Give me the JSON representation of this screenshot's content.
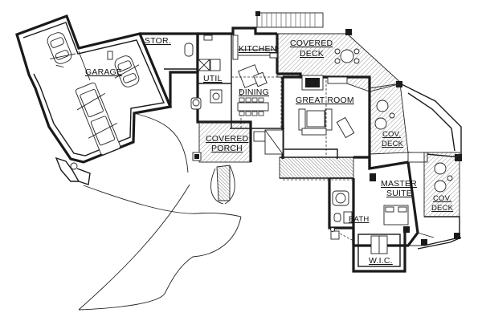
{
  "rooms": {
    "garage": "GARAGE",
    "storage": "STOR.",
    "kitchen": "KITCHEN",
    "covered_deck_line1": "COVERED",
    "covered_deck_line2": "DECK",
    "utility": "UTIL",
    "dining": "DINING",
    "great_room": "GREAT ROOM",
    "cov_deck_east_line1": "COV.",
    "cov_deck_east_line2": "DECK",
    "covered_porch_line1": "COVERED",
    "covered_porch_line2": "PORCH",
    "master_suite_line1": "MASTER",
    "master_suite_line2": "SUITE",
    "cov_deck_master_line1": "COV.",
    "cov_deck_master_line2": "DECK",
    "bath": "BATH",
    "wic": "W.I.C."
  }
}
